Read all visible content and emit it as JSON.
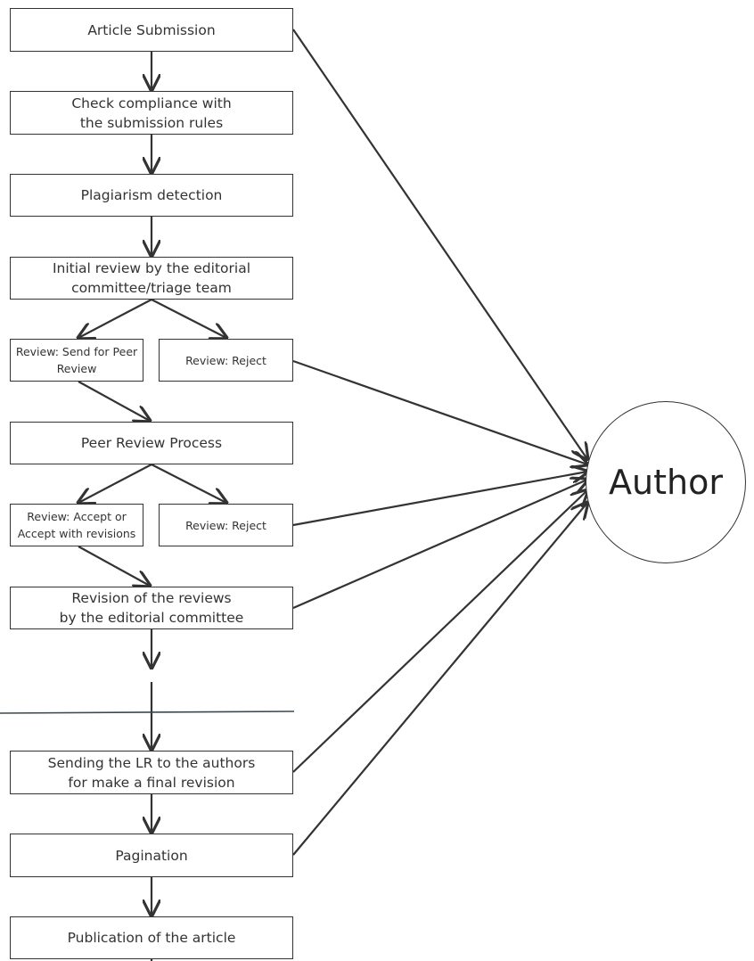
{
  "nodes": {
    "submission": "Article Submission",
    "compliance": "Check compliance with\nthe submission rules",
    "plagiarism": "Plagiarism detection",
    "initial_review": "Initial review by the editorial\ncommittee/triage team",
    "send_peer": "Review: Send for Peer\nReview",
    "reject_1": "Review: Reject",
    "peer_process": "Peer Review Process",
    "accept": "Review: Accept or\nAccept with revisions",
    "reject_2": "Review: Reject",
    "revision": "Revision of the reviews\nby the editorial committee",
    "sending_lr": "Sending the LR to the authors\nfor make a final revision",
    "pagination": "Pagination",
    "publication": "Publication of the article",
    "author": "Author"
  },
  "colors": {
    "line": "#333333",
    "background": "#ffffff"
  }
}
